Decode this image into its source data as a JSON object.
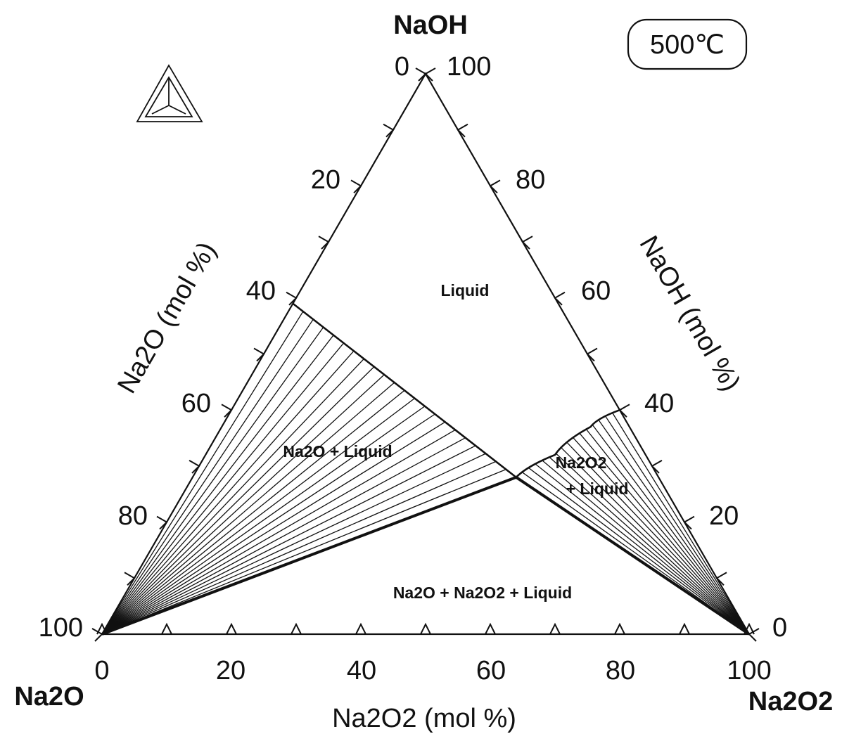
{
  "vertices": {
    "top": "NaOH",
    "left": "Na2O",
    "right": "Na2O2"
  },
  "temperature": "500℃",
  "axes": {
    "bottom": {
      "title": "Na2O2  (mol %)",
      "ticks": [
        "0",
        "20",
        "40",
        "60",
        "80",
        "100"
      ]
    },
    "left": {
      "title": "Na2O  (mol %)",
      "ticks": [
        "0",
        "20",
        "40",
        "60",
        "80",
        "100"
      ]
    },
    "right": {
      "title": "NaOH  (mol %)",
      "ticks": [
        "100",
        "80",
        "60",
        "40",
        "20",
        "0"
      ]
    }
  },
  "regions": {
    "liquid": "Liquid",
    "na2o_liquid": "Na2O + Liquid",
    "na2o2_liquid_line1": "Na2O2",
    "na2o2_liquid_line2": "+ Liquid",
    "three_phase": "Na2O + Na2O2 + Liquid"
  },
  "chart_data": {
    "type": "ternary",
    "components": [
      "Na2O",
      "Na2O2",
      "NaOH"
    ],
    "temperature_c": 500,
    "units": "mol %",
    "invariant_point": {
      "Na2O": 22,
      "Na2O2": 50,
      "NaOH": 28
    },
    "liquidus_na2o_side": [
      {
        "Na2O": 41,
        "Na2O2": 0,
        "NaOH": 59
      },
      {
        "Na2O": 22,
        "Na2O2": 50,
        "NaOH": 28
      }
    ],
    "liquidus_na2o2_side": [
      {
        "Na2O": 0,
        "Na2O2": 60,
        "NaOH": 40
      },
      {
        "Na2O": 6,
        "Na2O2": 57,
        "NaOH": 37
      },
      {
        "Na2O": 14,
        "Na2O2": 54,
        "NaOH": 32
      },
      {
        "Na2O": 22,
        "Na2O2": 50,
        "NaOH": 28
      }
    ],
    "phase_regions": [
      "Liquid",
      "Na2O + Liquid",
      "Na2O2 + Liquid",
      "Na2O + Na2O2 + Liquid"
    ]
  }
}
